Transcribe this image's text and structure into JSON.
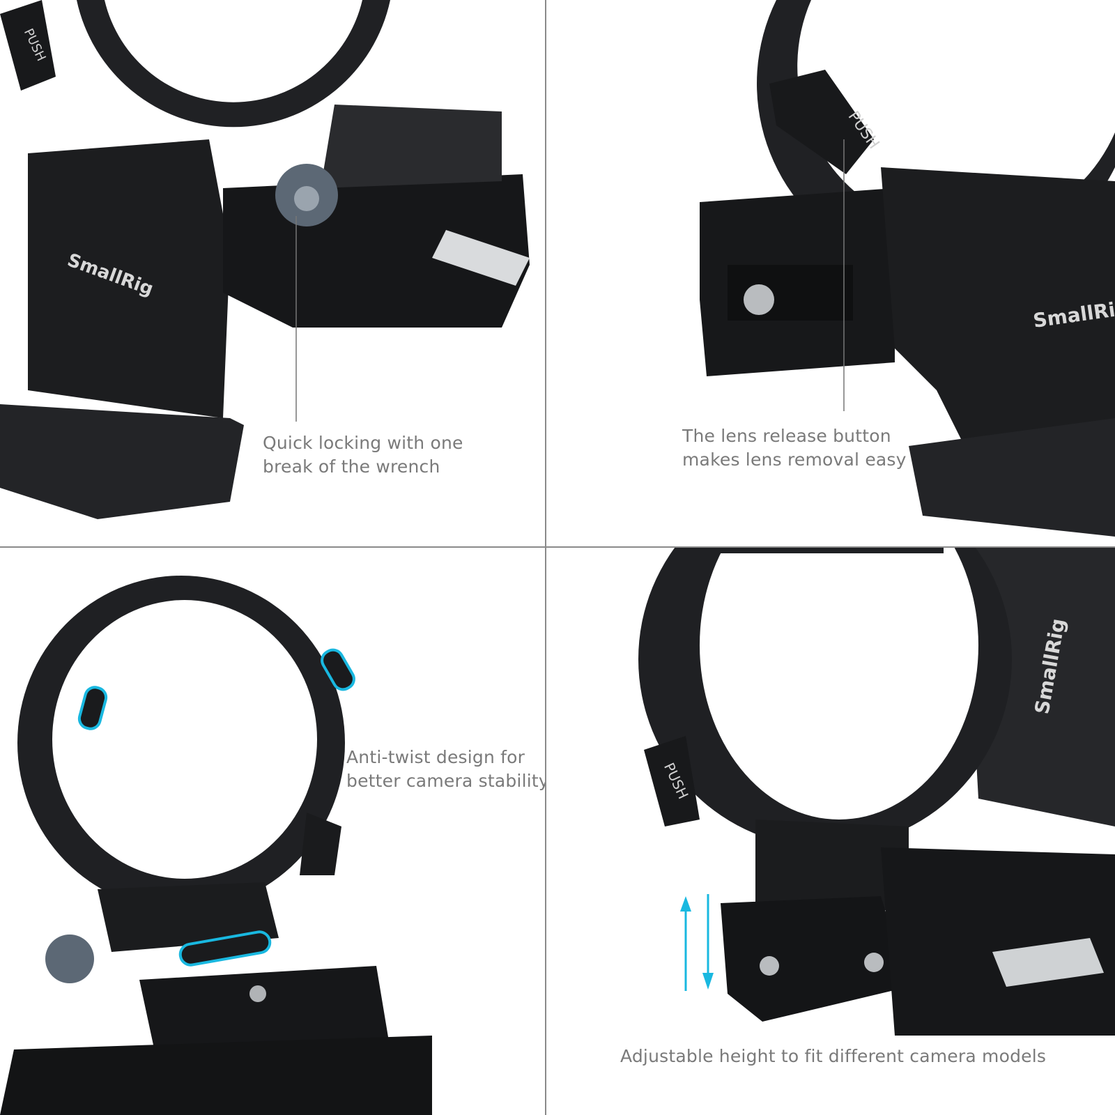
{
  "panels": [
    {
      "caption_lines": [
        "Quick locking with one",
        "break of the wrench"
      ],
      "logo": "SmallRig",
      "button_label": "PUSH"
    },
    {
      "caption_lines": [
        "The lens release button",
        "makes lens removal easy"
      ],
      "logo": "SmallRig",
      "button_label": "PUSH"
    },
    {
      "caption_lines": [
        "Anti-twist design for",
        "better camera stability"
      ]
    },
    {
      "caption_lines": [
        "Adjustable height to fit different camera models"
      ],
      "logo": "SmallRig",
      "button_label": "PUSH",
      "arrow_icon": "up-down-arrows-icon"
    }
  ],
  "colors": {
    "accent": "#19b8e0",
    "caption": "#7a7a7a",
    "metal": "#1d1e20",
    "divider": "#8a8a8a"
  }
}
